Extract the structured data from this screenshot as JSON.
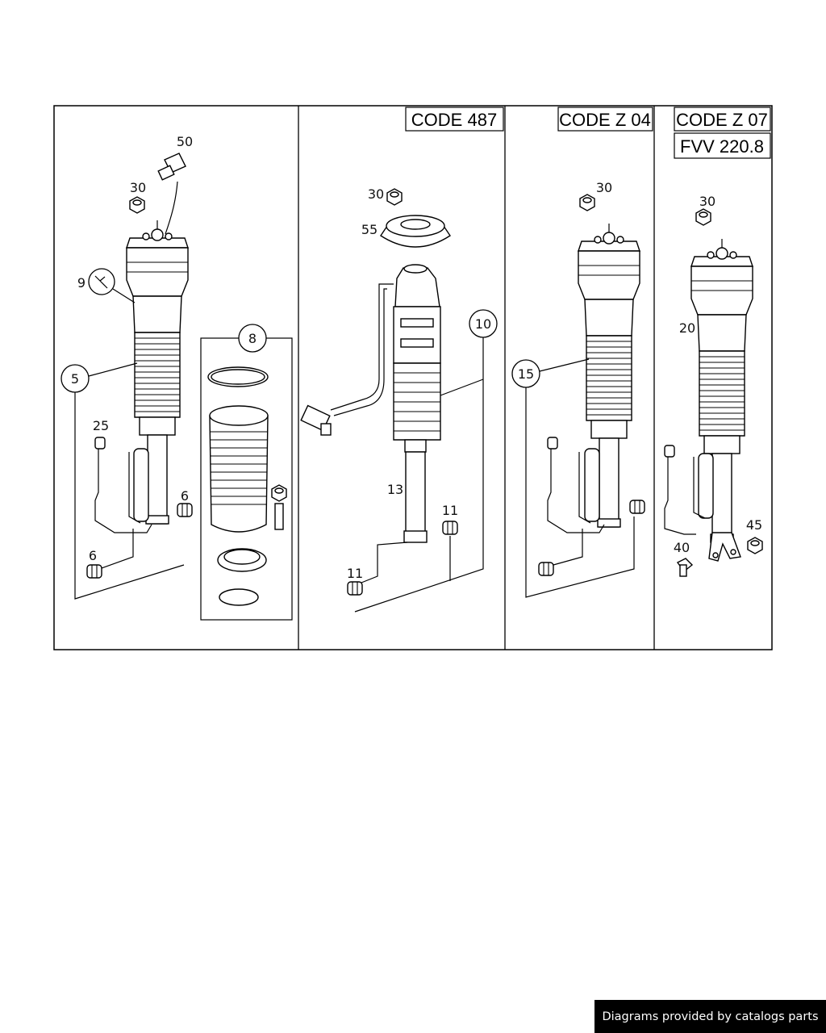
{
  "boxes": {
    "code_487": "CODE 487",
    "code_z04": "CODE Z 04",
    "code_z07": "CODE Z 07",
    "fvv": "FVV 220.8"
  },
  "callouts": {
    "p50": "50",
    "p30a": "30",
    "p9": "9",
    "p5": "5",
    "p25": "25",
    "p6a": "6",
    "p6b": "6",
    "p8": "8",
    "p30b": "30",
    "p55": "55",
    "p10": "10",
    "p13": "13",
    "p11a": "11",
    "p11b": "11",
    "p30c": "30",
    "p15": "15",
    "p30d": "30",
    "p20": "20",
    "p40": "40",
    "p45": "45"
  },
  "footer": "Diagrams provided by catalogs parts"
}
